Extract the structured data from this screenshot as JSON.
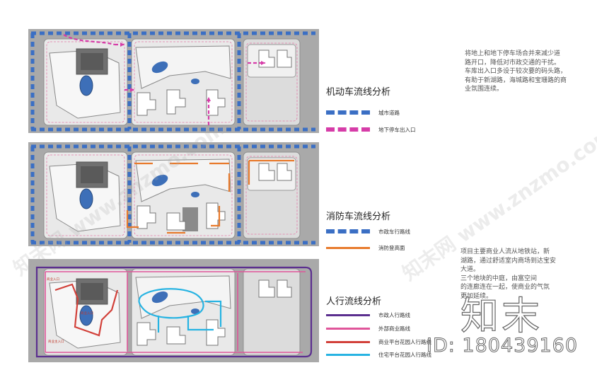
{
  "sections": [
    {
      "title": "机动车流线分析",
      "legend": [
        {
          "label": "城市道路",
          "color": "#3b6fc4",
          "style": "dashed"
        },
        {
          "label": "地下停车出入口",
          "color": "#d63ca8",
          "style": "dashed"
        }
      ]
    },
    {
      "title": "消防车流线分析",
      "legend": [
        {
          "label": "市政车行路线",
          "color": "#3b6fc4",
          "style": "dashed"
        },
        {
          "label": "消防登高面",
          "color": "#e87a2c",
          "style": "solid"
        }
      ]
    },
    {
      "title": "人行流线分析",
      "legend": [
        {
          "label": "市政人行路线",
          "color": "#5b2f8f",
          "style": "solid"
        },
        {
          "label": "外部商业路线",
          "color": "#e0559a",
          "style": "solid"
        },
        {
          "label": "商业平台花园人行路线",
          "color": "#d2413a",
          "style": "solid"
        },
        {
          "label": "住宅平台花园人行路线",
          "color": "#27b3e2",
          "style": "solid"
        }
      ]
    }
  ],
  "description_1": "将地上和地下停车场合并来减少道\n路开口，降低对市政交通的干扰。\n车库出入口多设于较次要的码头路，\n有助于新湖路，海城路和宝珊路的商\n业氛围连续。",
  "description_2": "项目主要商业人流从地铁站，新\n湖路，通过舒适室内商场到达宝安\n大道。\n        三个地块的中庭，由富空间\n的连廊连在一起，使商业的气氛\n更加延续。",
  "plan_labels": {
    "entrance_1": "商业入口",
    "entrance_2": "商业入口",
    "entrance_3": "商业主入口"
  },
  "watermark": {
    "logo": "知末",
    "id": "ID: 180439160",
    "diagonal": "知末网 www.znzmo.com"
  }
}
